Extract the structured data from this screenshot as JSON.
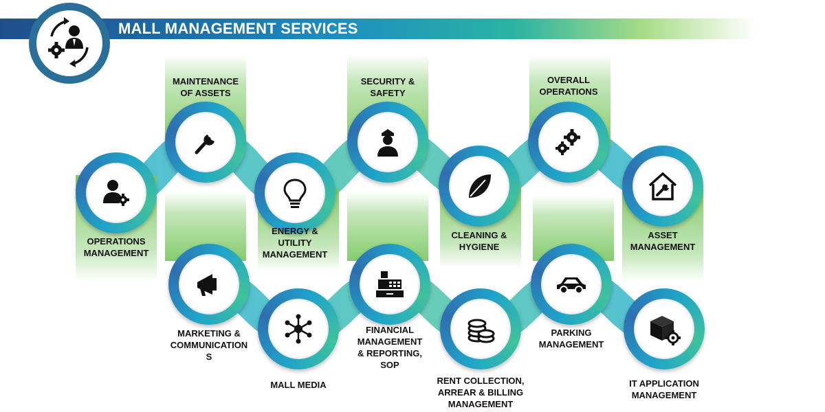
{
  "header": {
    "title": "MALL MANAGEMENT SERVICES",
    "logo_icon": "management-cycle-icon"
  },
  "colors": {
    "dark_blue": "#1f4e8c",
    "teal": "#1fa3c9",
    "green": "#7ec966",
    "ring_blue": "#2a6f9a"
  },
  "services": [
    {
      "id": "operations",
      "label": "OPERATIONS\nMANAGEMENT",
      "icon": "user-gear-icon"
    },
    {
      "id": "maintenance",
      "label": "MAINTENANCE\nOF ASSETS",
      "icon": "wrench-icon"
    },
    {
      "id": "energy",
      "label": "ENERGY &\nUTILITY\nMANAGEMENT",
      "icon": "lightbulb-icon"
    },
    {
      "id": "security",
      "label": "SECURITY &\nSAFETY",
      "icon": "security-guard-icon"
    },
    {
      "id": "cleaning",
      "label": "CLEANING &\nHYGIENE",
      "icon": "leaf-icon"
    },
    {
      "id": "overall",
      "label": "OVERALL\nOPERATIONS",
      "icon": "gears-icon"
    },
    {
      "id": "asset",
      "label": "ASSET\nMANAGEMENT",
      "icon": "house-wrench-icon"
    },
    {
      "id": "marketing",
      "label": "MARKETING &\nCOMMUNICATION\nS",
      "icon": "megaphone-icon"
    },
    {
      "id": "mallmedia",
      "label": "MALL MEDIA",
      "icon": "network-hub-icon"
    },
    {
      "id": "financial",
      "label": "FINANCIAL\nMANAGEMENT\n& REPORTING,\nSOP",
      "icon": "cash-register-icon"
    },
    {
      "id": "rent",
      "label": "RENT COLLECTION,\nARREAR & BILLING\nMANAGEMENT",
      "icon": "coins-icon"
    },
    {
      "id": "parking",
      "label": "PARKING\nMANAGEMENT",
      "icon": "car-icon"
    },
    {
      "id": "itapp",
      "label": "IT APPLICATION\nMANAGEMENT",
      "icon": "box-gear-icon"
    }
  ]
}
